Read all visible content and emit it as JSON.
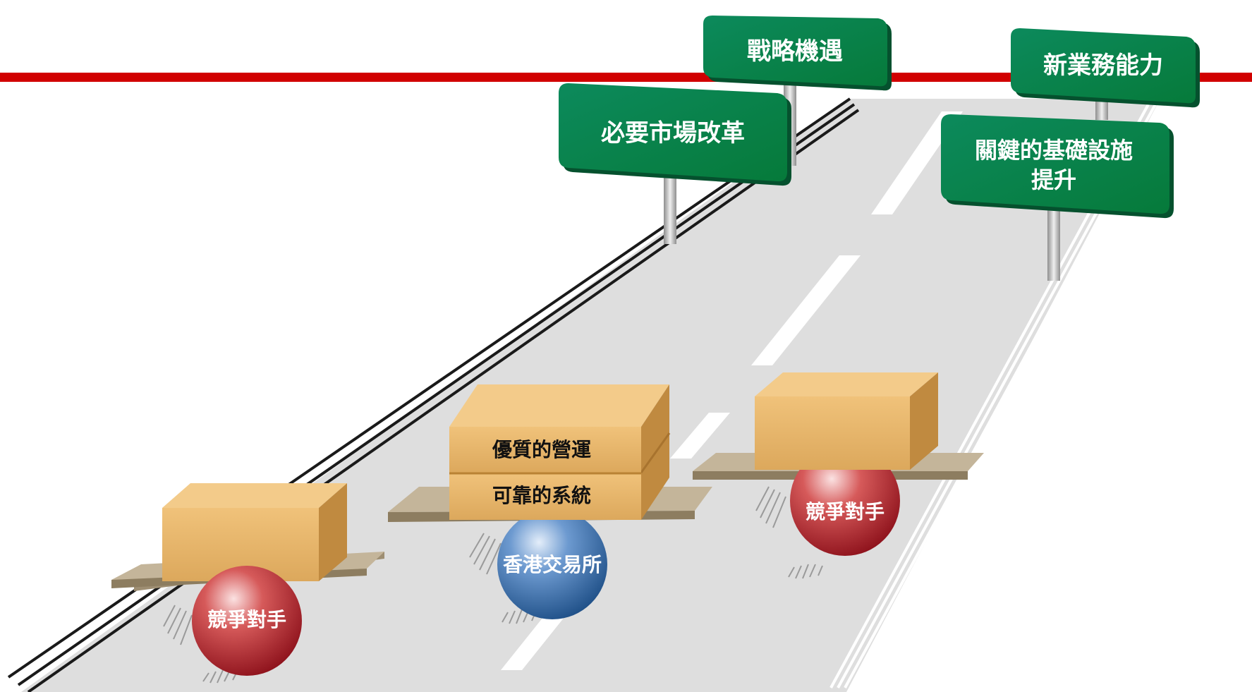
{
  "signs": [
    {
      "id": "strategic",
      "text": "戰略機遇"
    },
    {
      "id": "capability",
      "text": "新業務能力"
    },
    {
      "id": "reform",
      "text": "必要市場改革"
    },
    {
      "id": "infra",
      "line1": "關鍵的基礎設施",
      "line2": "提升"
    }
  ],
  "boxes": {
    "hkex_top": "優質的營運",
    "hkex_bottom": "可靠的系統"
  },
  "balls": {
    "competitor_left": "競爭對手",
    "hkex": "香港交易所",
    "competitor_right": "競爭對手"
  },
  "colors": {
    "banner_line": "#d10000",
    "road": "#dedede",
    "sign_green": "#0a7a4e",
    "box_orange": "#e6b56a",
    "ball_red": "#b2202a",
    "ball_blue": "#3a6ea5"
  }
}
